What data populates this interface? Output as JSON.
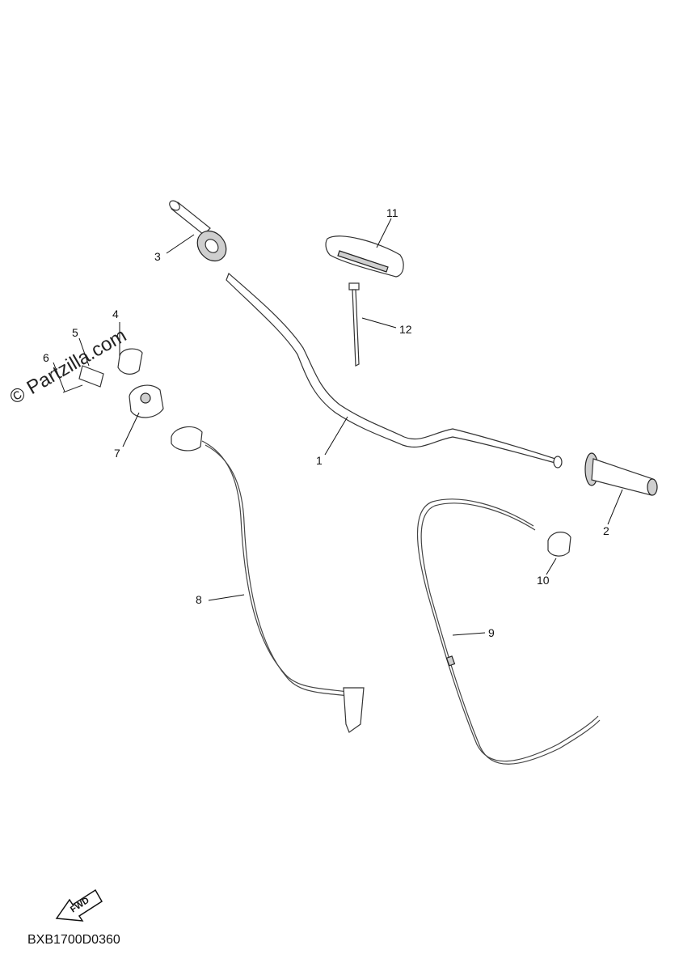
{
  "watermark": "© Partzilla.com",
  "diagram_code": "BXB1700D0360",
  "fwd_label": "FWD",
  "callouts": [
    "1",
    "2",
    "3",
    "4",
    "5",
    "6",
    "7",
    "8",
    "9",
    "10",
    "11",
    "12"
  ]
}
